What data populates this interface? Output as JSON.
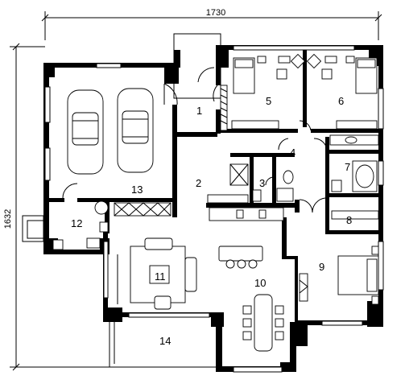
{
  "dimensions": {
    "width": "1730",
    "height": "1632"
  },
  "rooms": [
    {
      "id": "1",
      "label": "1"
    },
    {
      "id": "2",
      "label": "2"
    },
    {
      "id": "3",
      "label": "3"
    },
    {
      "id": "4",
      "label": "4"
    },
    {
      "id": "5",
      "label": "5"
    },
    {
      "id": "6",
      "label": "6"
    },
    {
      "id": "7",
      "label": "7"
    },
    {
      "id": "8",
      "label": "8"
    },
    {
      "id": "9",
      "label": "9"
    },
    {
      "id": "10",
      "label": "10"
    },
    {
      "id": "11",
      "label": "11"
    },
    {
      "id": "12",
      "label": "12"
    },
    {
      "id": "13",
      "label": "13"
    },
    {
      "id": "14",
      "label": "14"
    }
  ],
  "colors": {
    "wall": "#000000",
    "background": "#ffffff"
  }
}
